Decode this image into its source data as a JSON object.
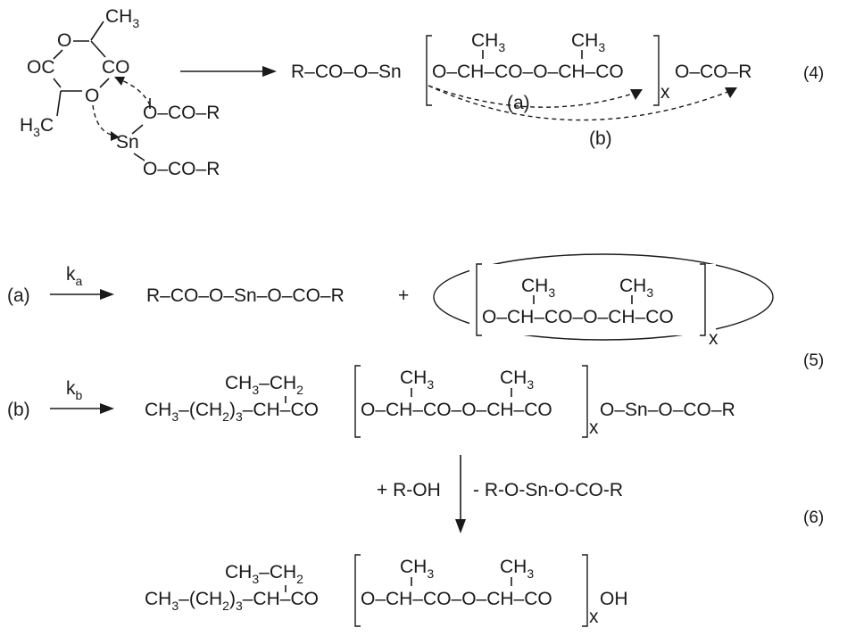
{
  "reaction4": {
    "monomer": {
      "ch3_top": "CH",
      "ch3_top_sub": "3",
      "o_upper": "O",
      "oc_left": "OC",
      "co_right": "CO",
      "o_lower": "O",
      "h3c_left": "H",
      "h3c_left_sub": "3",
      "h3c_left_tail": "C"
    },
    "catalyst": {
      "ester_upper": "O–CO–R",
      "sn": "Sn",
      "ester_lower": "O–CO–R"
    },
    "product": {
      "left": "R–CO–O–Sn",
      "chain": "O–CH–CO–O–CH–CO",
      "ch3_a": "CH",
      "ch3_a_sub": "3",
      "ch3_b": "CH",
      "ch3_b_sub": "3",
      "repeat": "x",
      "right": "O–CO–R"
    },
    "path_a": "(a)",
    "path_b": "(b)",
    "number": "(4)"
  },
  "reaction5": {
    "a": {
      "label": "(a)",
      "k": "k",
      "k_sub": "a",
      "product1": "R–CO–O–Sn–O–CO–R",
      "plus": "+",
      "ring_chain": "O–CH–CO–O–CH–CO",
      "ch3_a": "CH",
      "ch3_a_sub": "3",
      "ch3_b": "CH",
      "ch3_b_sub": "3",
      "repeat": "x"
    },
    "b": {
      "label": "(b)",
      "k": "k",
      "k_sub": "b",
      "lead": "CH",
      "lead_sub": "3",
      "lead_mid": "–(CH",
      "lead_mid_sub": "2",
      "lead_paren": ")",
      "lead_paren_sub": "3",
      "lead_tail": "–CH–CO",
      "branch": "CH",
      "branch_sub": "3",
      "branch_mid": "–CH",
      "branch_mid_sub": "2",
      "chain": "O–CH–CO–O–CH–CO",
      "ch3_a": "CH",
      "ch3_a_sub": "3",
      "ch3_b": "CH",
      "ch3_b_sub": "3",
      "repeat": "x",
      "right": "O–Sn–O–CO–R"
    },
    "number": "(5)"
  },
  "reaction6": {
    "reagent_left": "+ R-OH",
    "reagent_right": "- R-O-Sn-O-CO-R",
    "product": {
      "lead": "CH",
      "lead_sub": "3",
      "lead_mid": "–(CH",
      "lead_mid_sub": "2",
      "lead_paren": ")",
      "lead_paren_sub": "3",
      "lead_tail": "–CH–CO",
      "branch": "CH",
      "branch_sub": "3",
      "branch_mid": "–CH",
      "branch_mid_sub": "2",
      "chain": "O–CH–CO–O–CH–CO",
      "ch3_a": "CH",
      "ch3_a_sub": "3",
      "ch3_b": "CH",
      "ch3_b_sub": "3",
      "repeat": "x",
      "right": "OH"
    },
    "number": "(6)"
  }
}
